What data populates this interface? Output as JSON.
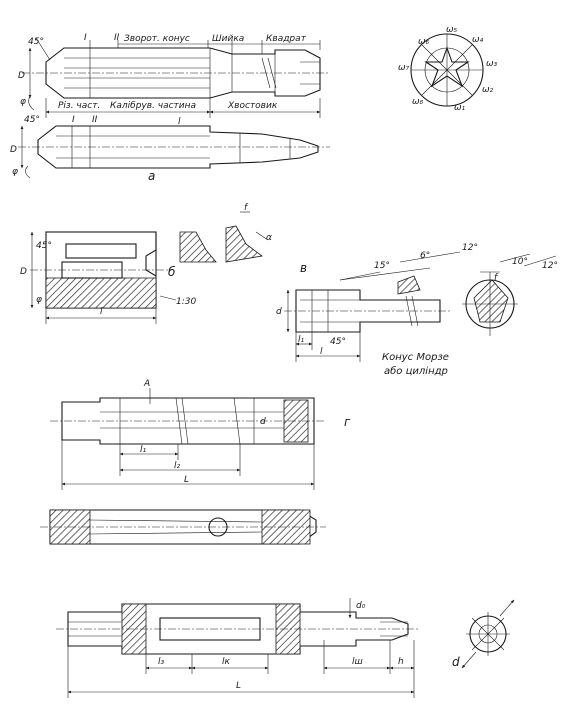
{
  "figure_a": {
    "letter": "а",
    "angle_top": "45°",
    "section_I": "I",
    "section_II": "II",
    "label_back_cone": "Зворот. конус",
    "label_neck": "Шийка",
    "label_flat": "Квадрат",
    "label_cutting": "Різ. част.",
    "label_calibrating": "Калібрув. частина",
    "label_shank": "Хвостовик",
    "dim_D": "D",
    "dim_phi": "φ",
    "dim_l": "l",
    "angle_lower": "45°",
    "dim_D_lower": "D",
    "dim_phi_lower": "φ",
    "section_I_lower": "I",
    "section_II_lower": "II",
    "omegas": [
      "ω₁",
      "ω₂",
      "ω₃",
      "ω₄",
      "ω₅",
      "ω₆",
      "ω₇",
      "ω₈"
    ]
  },
  "figure_b": {
    "letter": "б",
    "angle": "45°",
    "dim_D": "D",
    "dim_phi": "φ",
    "dim_l": "l",
    "taper": "1:30",
    "detail_f": "f",
    "detail_alpha": "α"
  },
  "figure_v": {
    "letter": "в",
    "angle_15": "15°",
    "angle_6": "6°",
    "angle_12a": "12°",
    "angle_10": "10°",
    "angle_12b": "12°",
    "dim_d": "d",
    "dim_l1": "l₁",
    "dim_l": "l",
    "angle_45": "45°",
    "dim_f": "f",
    "caption_line1": "Конус Морзе",
    "caption_line2": "або циліндр"
  },
  "figure_g": {
    "letter": "г",
    "section_A": "A",
    "dim_l1": "l₁",
    "dim_l2": "l₂",
    "dim_L": "L",
    "dim_d": "d"
  },
  "figure_d": {
    "dim_d0": "d₀",
    "dim_l3": "l₃",
    "dim_lk": "lк",
    "dim_lsh": "lш",
    "dim_h": "h",
    "dim_L": "L",
    "dim_d": "d"
  }
}
